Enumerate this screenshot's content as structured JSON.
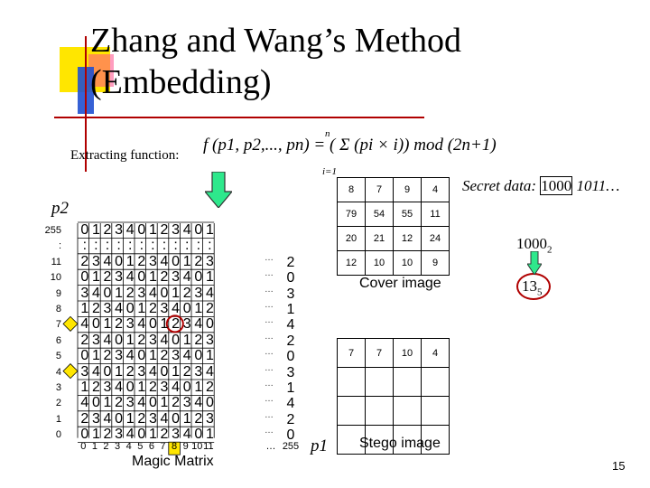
{
  "slide": {
    "title": "Zhang and Wang’s Method\n(Embedding)",
    "extract_label": "Extracting function:",
    "formula": "f (p1, p2,..., pn) = ( Σ (pi × i)) mod (2n+1)",
    "formula_upper": "n",
    "formula_lower": "i=1",
    "page_number": "15",
    "accent_color": "#b00000"
  },
  "matrix": {
    "y_axis_name": "p2",
    "x_axis_name": "p1",
    "caption": "Magic Matrix",
    "y_labels": [
      "255",
      ":",
      "11",
      "10",
      "9",
      "8",
      "7",
      "6",
      "5",
      "4",
      "3",
      "2",
      "1",
      "0"
    ],
    "x_labels": [
      "0",
      "1",
      "2",
      "3",
      "4",
      "5",
      "6",
      "7",
      "8",
      "9",
      "10",
      "11",
      "…",
      "255"
    ],
    "rows": [
      [
        "0",
        "1",
        "2",
        "3",
        "4",
        "0",
        "1",
        "2",
        "3",
        "4",
        "0",
        "1"
      ],
      [
        ":",
        ":",
        ":",
        ":",
        ":",
        ":",
        ":",
        ":",
        ":",
        ":",
        ":",
        ":"
      ],
      [
        "2",
        "3",
        "4",
        "0",
        "1",
        "2",
        "3",
        "4",
        "0",
        "1",
        "2",
        "3"
      ],
      [
        "0",
        "1",
        "2",
        "3",
        "4",
        "0",
        "1",
        "2",
        "3",
        "4",
        "0",
        "1"
      ],
      [
        "3",
        "4",
        "0",
        "1",
        "2",
        "3",
        "4",
        "0",
        "1",
        "2",
        "3",
        "4"
      ],
      [
        "1",
        "2",
        "3",
        "4",
        "0",
        "1",
        "2",
        "3",
        "4",
        "0",
        "1",
        "2"
      ],
      [
        "4",
        "0",
        "1",
        "2",
        "3",
        "4",
        "0",
        "1",
        "2",
        "3",
        "4",
        "0"
      ],
      [
        "2",
        "3",
        "4",
        "0",
        "1",
        "2",
        "3",
        "4",
        "0",
        "1",
        "2",
        "3"
      ],
      [
        "0",
        "1",
        "2",
        "3",
        "4",
        "0",
        "1",
        "2",
        "3",
        "4",
        "0",
        "1"
      ],
      [
        "3",
        "4",
        "0",
        "1",
        "2",
        "3",
        "4",
        "0",
        "1",
        "2",
        "3",
        "4"
      ],
      [
        "1",
        "2",
        "3",
        "4",
        "0",
        "1",
        "2",
        "3",
        "4",
        "0",
        "1",
        "2"
      ],
      [
        "4",
        "0",
        "1",
        "2",
        "3",
        "4",
        "0",
        "1",
        "2",
        "3",
        "4",
        "0"
      ],
      [
        "2",
        "3",
        "4",
        "0",
        "1",
        "2",
        "3",
        "4",
        "0",
        "1",
        "2",
        "3"
      ],
      [
        "0",
        "1",
        "2",
        "3",
        "4",
        "0",
        "1",
        "2",
        "3",
        "4",
        "0",
        "1"
      ]
    ],
    "col255": [
      "",
      "",
      "2",
      "0",
      "3",
      "1",
      "4",
      "2",
      "0",
      "3",
      "1",
      "4",
      "2",
      "0"
    ],
    "dots": "…"
  },
  "cover_image": {
    "label": "Cover image",
    "rows": [
      [
        "8",
        "7",
        "9",
        "4"
      ],
      [
        "79",
        "54",
        "55",
        "11"
      ],
      [
        "20",
        "21",
        "12",
        "24"
      ],
      [
        "12",
        "10",
        "10",
        "9"
      ]
    ]
  },
  "stego_image": {
    "label": "Stego image",
    "rows": [
      [
        "7",
        "7",
        "10",
        "4"
      ],
      [
        "",
        "",
        "",
        ""
      ],
      [
        "",
        "",
        "",
        ""
      ],
      [
        "",
        "",
        "",
        ""
      ]
    ]
  },
  "secret": {
    "prefix": "Secret data: ",
    "highlight": "1000",
    "suffix": " 1011…",
    "binary": "1000",
    "binary_sub": "2",
    "base5": "13",
    "base5_sub": "5"
  }
}
